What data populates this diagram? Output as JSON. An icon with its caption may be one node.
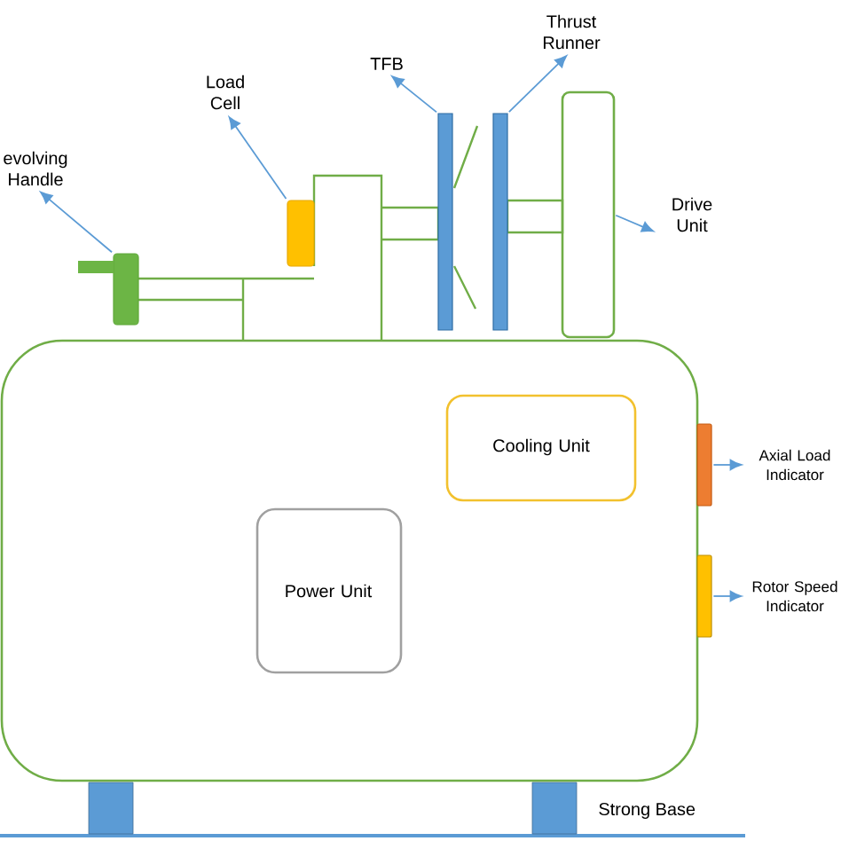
{
  "diagram": {
    "nodes": [
      {
        "text": [],
        "shape": "box"
      },
      {
        "text": [
          "Cooling Unit"
        ],
        "in": 0
      },
      {
        "text": [
          "Power Unit"
        ],
        "in": 0
      },
      {
        "text": [
          "evolving Handle"
        ]
      },
      {
        "text": [],
        "shape": "bar"
      },
      {
        "text": [
          "Load Cell"
        ]
      },
      {
        "text": [],
        "shape": "bar"
      },
      {
        "text": [
          "TFB"
        ]
      },
      {
        "text": [],
        "shape": "bar"
      },
      {
        "text": [
          "Thrust Runner"
        ]
      },
      {
        "text": [],
        "shape": "bar"
      },
      {
        "text": [
          "Drive Unit"
        ]
      },
      {
        "text": [],
        "shape": "box"
      },
      {
        "text": [],
        "shape": "bar"
      },
      {
        "text": [
          "Axial Load Indicator"
        ]
      },
      {
        "text": [],
        "shape": "bar"
      },
      {
        "text": [
          "Rotor Speed Indicator"
        ]
      }
    ],
    "edges": [
      {
        "from": 4,
        "to": 3,
        "arrow": "to"
      },
      {
        "from": 6,
        "to": 5,
        "arrow": "to"
      },
      {
        "from": 8,
        "to": 7,
        "arrow": "to"
      },
      {
        "from": 10,
        "to": 9,
        "arrow": "to"
      },
      {
        "from": 12,
        "to": 11,
        "arrow": "to"
      },
      {
        "from": 13,
        "to": 14,
        "arrow": "to"
      },
      {
        "from": 15,
        "to": 16,
        "arrow": "to"
      }
    ],
    "labels": [
      "Strong Base"
    ]
  }
}
